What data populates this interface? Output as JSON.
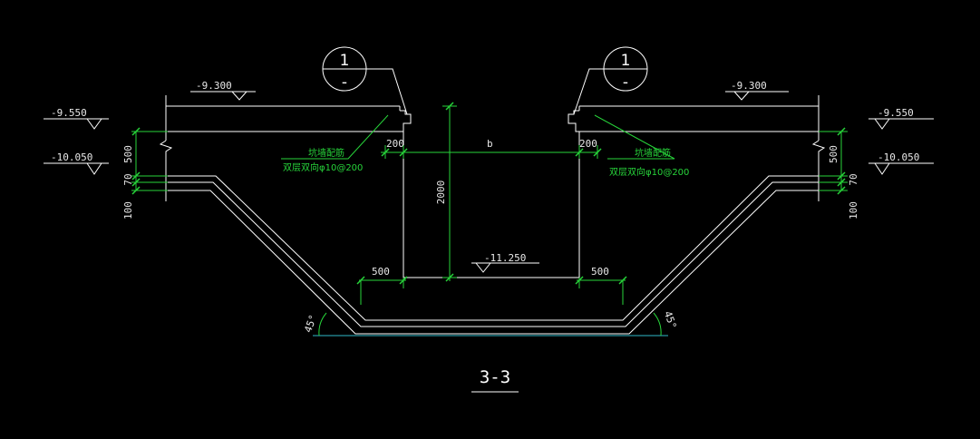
{
  "colors": {
    "background": "#000000",
    "structure": "#ffffff",
    "dimension": "#27d43a",
    "ground": "#2fb8c8"
  },
  "section_title": "3-3",
  "detail_markers": [
    {
      "number": "1",
      "sheet": "-"
    },
    {
      "number": "1",
      "sheet": "-"
    }
  ],
  "elevations": {
    "slab_top_left": "-9.300",
    "slab_top_right": "-9.300",
    "left_upper": "-9.550",
    "left_lower": "-10.050",
    "right_upper": "-9.550",
    "right_lower": "-10.050",
    "pit_bottom": "-11.250"
  },
  "dimensions": {
    "left_500": "500",
    "left_70": "70",
    "left_100": "100",
    "right_500": "500",
    "right_70": "70",
    "right_100": "100",
    "wall_left_200": "200",
    "wall_right_200": "200",
    "pit_width": "b",
    "pit_depth": "2000",
    "bottom_left_500": "500",
    "bottom_right_500": "500",
    "angle_left": "45°",
    "angle_right": "45°"
  },
  "rebar_notes": {
    "left_line1": "坑墙配筋",
    "left_line2": "双层双向φ10@200",
    "right_line1": "坑墙配筋",
    "right_line2": "双层双向φ10@200"
  }
}
